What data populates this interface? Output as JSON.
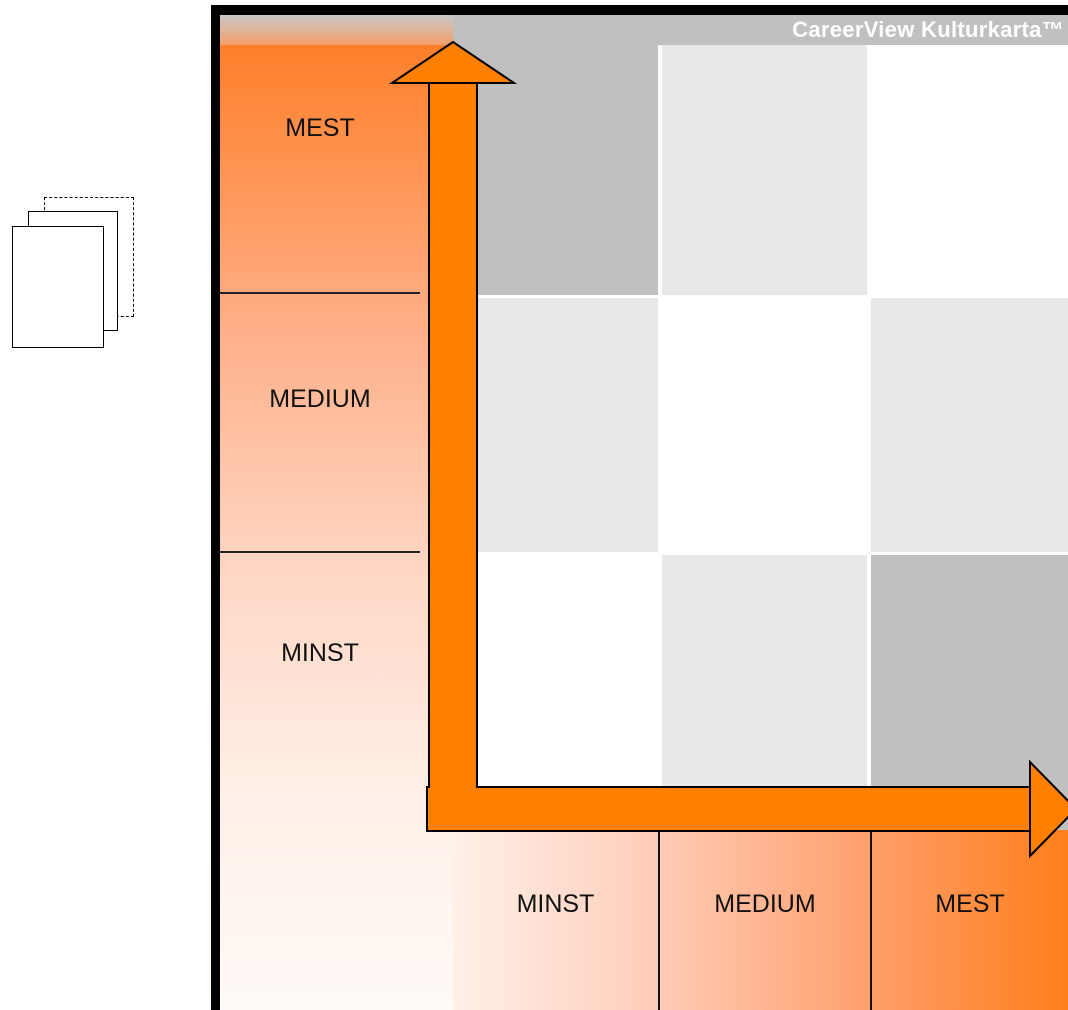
{
  "title": "CareerView Kulturkarta™",
  "y_axis": {
    "labels": [
      "MEST",
      "MEDIUM",
      "MINST"
    ]
  },
  "x_axis": {
    "labels": [
      "MINST",
      "MEDIUM",
      "MEST"
    ]
  },
  "grid": {
    "rows": [
      [
        "dark",
        "light",
        "white"
      ],
      [
        "light",
        "white",
        "light"
      ],
      [
        "white",
        "light",
        "dark"
      ]
    ]
  },
  "colors": {
    "arrow": "#ff7f00",
    "frame": "#000000",
    "cell_dark": "#c0c0c0",
    "cell_light": "#e8e8e8",
    "title_bar": "#c0c0c0",
    "label_gradient_strong": "#ff7f2a"
  },
  "icons": [
    "stacked-pages-icon"
  ]
}
